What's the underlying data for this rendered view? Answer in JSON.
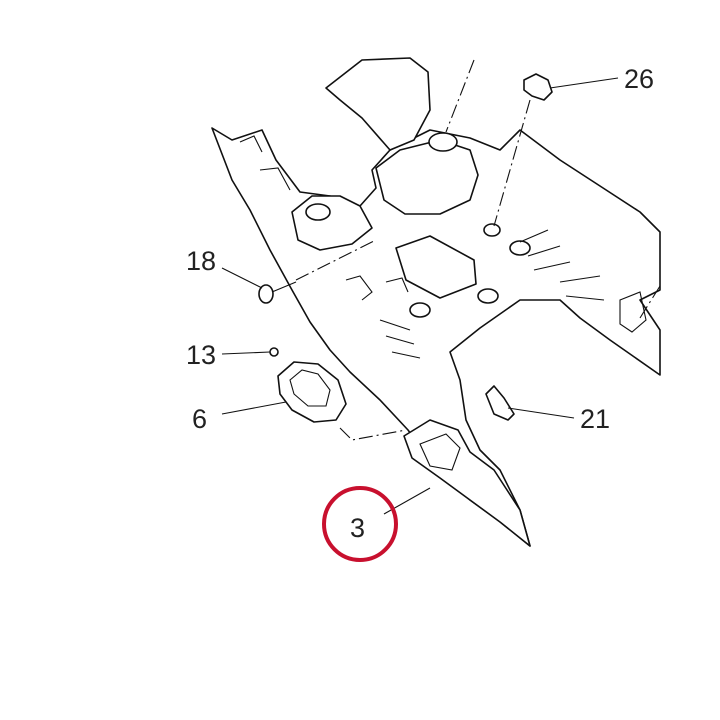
{
  "callouts": [
    {
      "id": "26",
      "label": "26"
    },
    {
      "id": "18",
      "label": "18"
    },
    {
      "id": "13",
      "label": "13"
    },
    {
      "id": "6",
      "label": "6"
    },
    {
      "id": "21",
      "label": "21"
    },
    {
      "id": "3",
      "label": "3"
    }
  ],
  "highlighted_part": "3",
  "colors": {
    "line": "#111111",
    "label": "#222222",
    "highlight": "#c8102e",
    "background": "#ffffff"
  }
}
